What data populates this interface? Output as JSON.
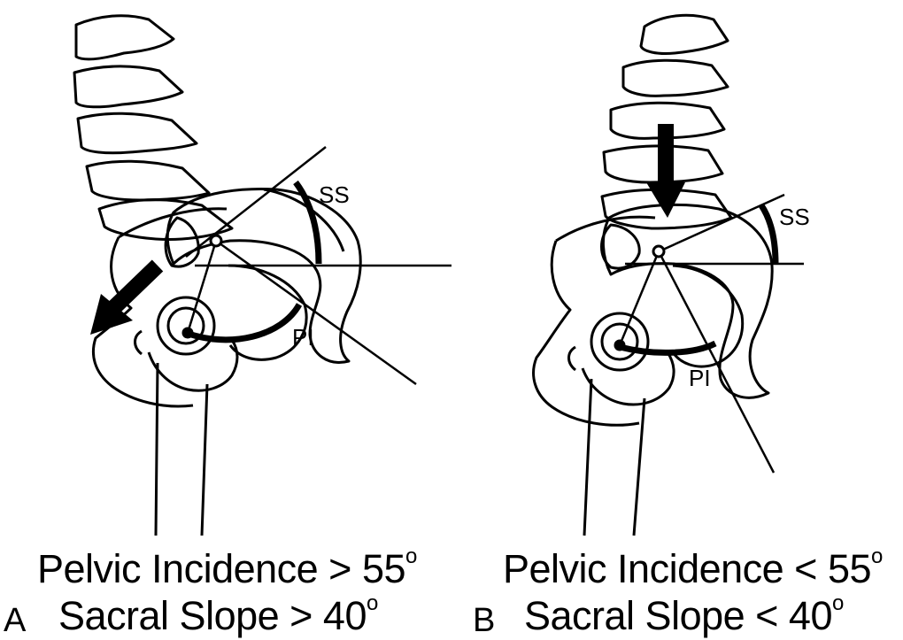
{
  "panels": [
    {
      "letter": "A",
      "angle_labels": {
        "ss": "SS",
        "pi": "PI"
      },
      "caption_line1": {
        "text": "Pelvic Incidence > 55",
        "degree": "o"
      },
      "caption_line2": {
        "text": "Sacral Slope > 40",
        "degree": "o"
      },
      "arrow": "forward-rotation-arrow"
    },
    {
      "letter": "B",
      "angle_labels": {
        "ss": "SS",
        "pi": "PI"
      },
      "caption_line1": {
        "text": "Pelvic Incidence < 55",
        "degree": "o"
      },
      "caption_line2": {
        "text": "Sacral Slope < 40",
        "degree": "o"
      },
      "arrow": "downward-load-arrow"
    }
  ]
}
